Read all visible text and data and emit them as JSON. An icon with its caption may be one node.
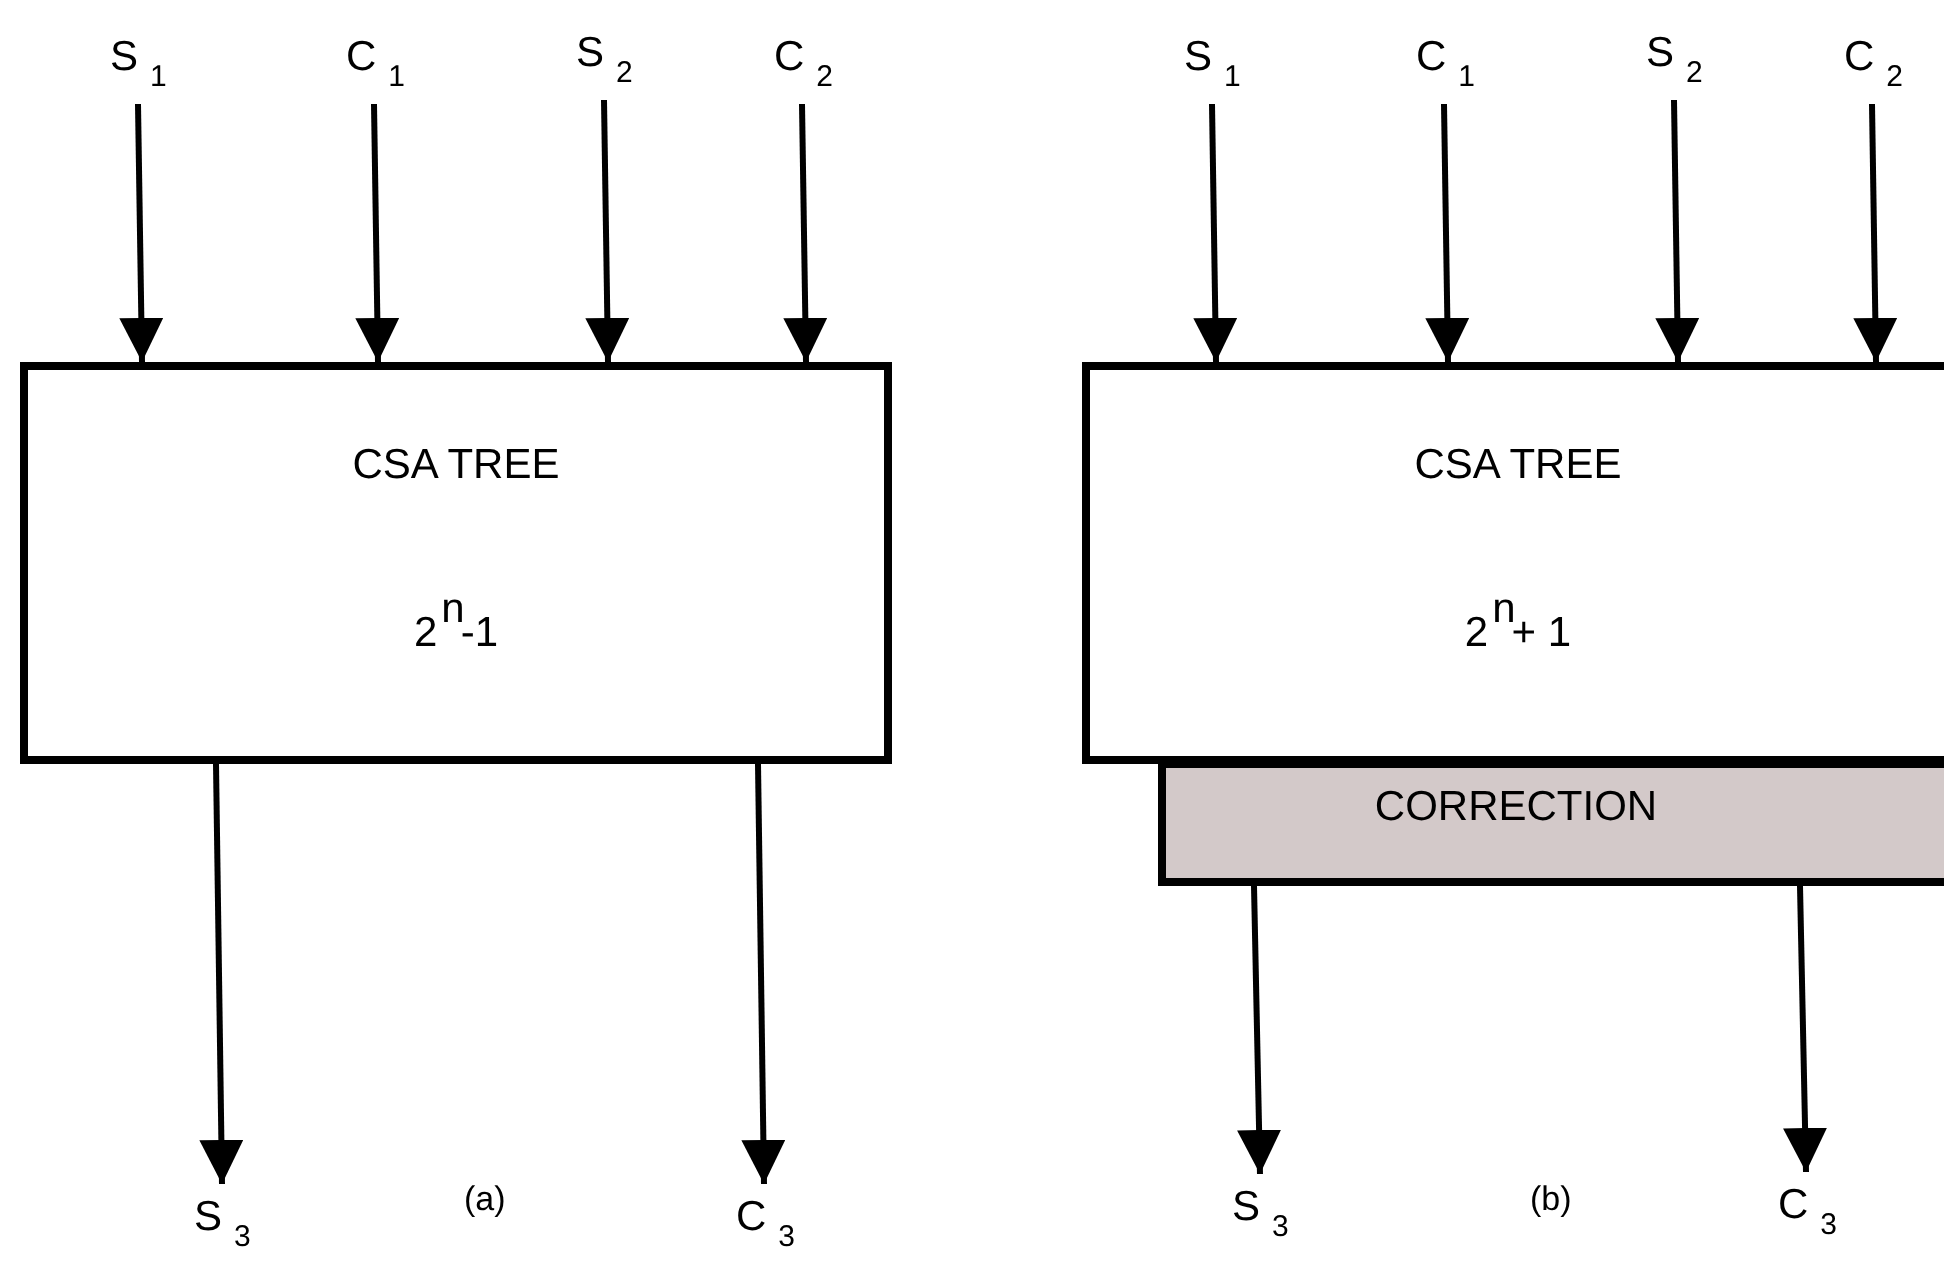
{
  "diagram": {
    "nodes": [
      {
        "text": [
          "S$_{1}$"
        ]
      },
      {
        "text": [
          "C$_{1}$"
        ]
      },
      {
        "text": [
          "S$_{2}$"
        ]
      },
      {
        "text": [
          "C$_{2}$"
        ]
      },
      {
        "text": [
          "CSA TREE",
          "2$^{n}$-1"
        ]
      },
      {
        "text": [
          "S$_{3}$"
        ]
      },
      {
        "text": [
          "C$_{3}$"
        ]
      },
      {
        "text": [
          "S$_{1}$"
        ]
      },
      {
        "text": [
          "C$_{1}$"
        ]
      },
      {
        "text": [
          "S$_{2}$"
        ]
      },
      {
        "text": [
          "C$_{2}$"
        ]
      },
      {
        "text": [
          "CSA TREE",
          "2$^{n}$+ 1"
        ]
      },
      {
        "text": [
          "CORRECTION"
        ]
      },
      {
        "text": [
          "S$_{3}$"
        ]
      },
      {
        "text": [
          "C$_{3}$"
        ]
      }
    ],
    "edges": [
      {
        "from": 0,
        "to": 4,
        "arrow": "to"
      },
      {
        "from": 1,
        "to": 4,
        "arrow": "to"
      },
      {
        "from": 2,
        "to": 4,
        "arrow": "to"
      },
      {
        "from": 3,
        "to": 4,
        "arrow": "to"
      },
      {
        "from": 4,
        "to": 5,
        "arrow": "to"
      },
      {
        "from": 4,
        "to": 6,
        "arrow": "to"
      },
      {
        "from": 7,
        "to": 11,
        "arrow": "to"
      },
      {
        "from": 8,
        "to": 11,
        "arrow": "to"
      },
      {
        "from": 9,
        "to": 11,
        "arrow": "to"
      },
      {
        "from": 10,
        "to": 11,
        "arrow": "to"
      },
      {
        "from": 12,
        "to": 13,
        "arrow": "to"
      },
      {
        "from": 12,
        "to": 14,
        "arrow": "to"
      }
    ],
    "labels": [
      "(a)",
      "(b)"
    ]
  }
}
